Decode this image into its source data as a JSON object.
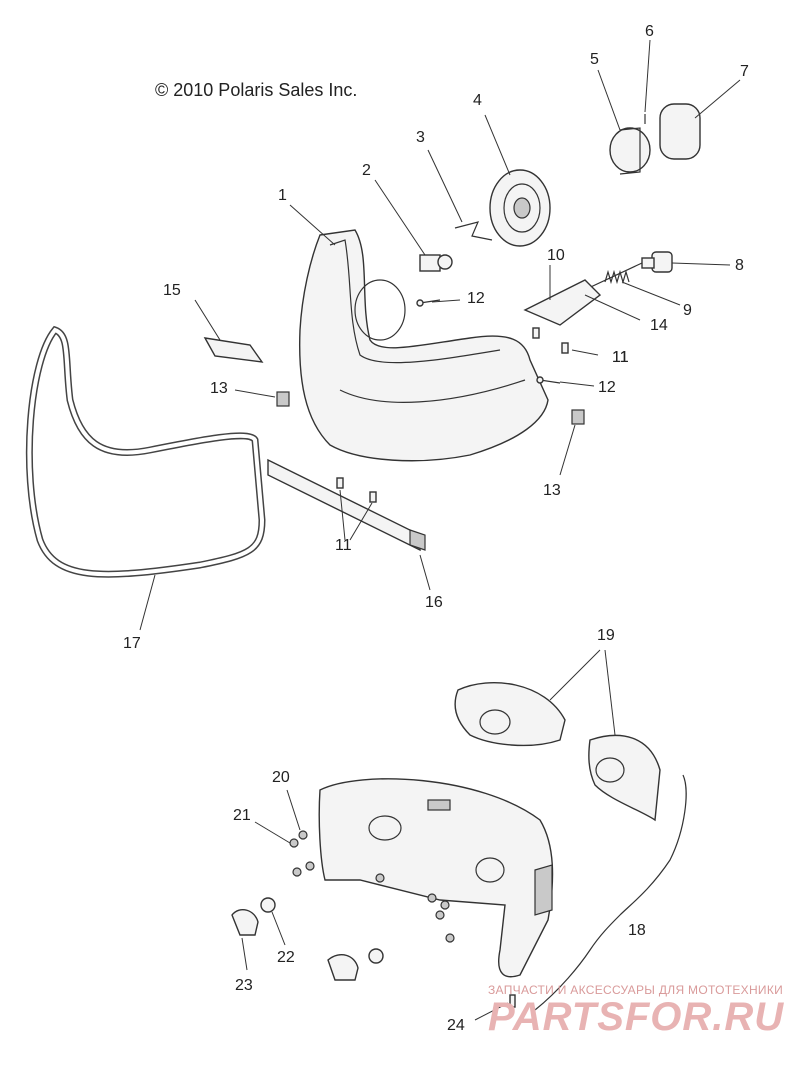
{
  "copyright": "© 2010 Polaris Sales Inc.",
  "callouts": [
    "1",
    "2",
    "3",
    "4",
    "5",
    "6",
    "7",
    "8",
    "9",
    "10",
    "11",
    "11",
    "11",
    "12",
    "12",
    "13",
    "13",
    "14",
    "15",
    "16",
    "17",
    "18",
    "19",
    "20",
    "21",
    "22",
    "23",
    "24"
  ],
  "watermark": {
    "subtitle": "ЗАПЧАСТИ И АКСЕССУАРЫ ДЛЯ МОТОТЕХНИКИ",
    "brand": "PARTSFOR.RU"
  }
}
